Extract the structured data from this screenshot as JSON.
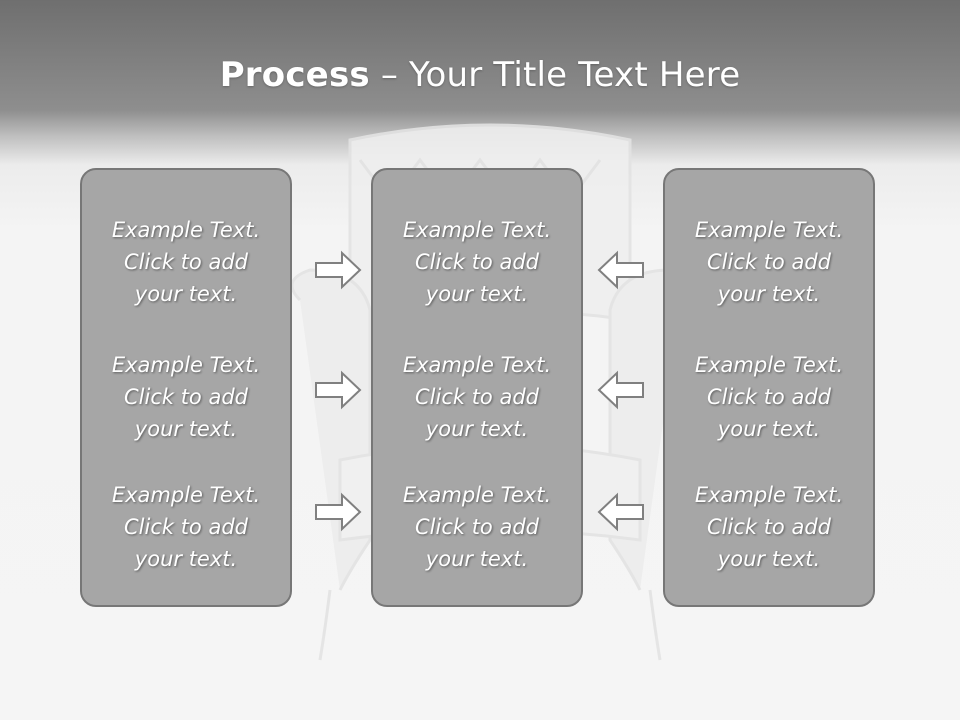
{
  "slide": {
    "title_bold": "Process",
    "title_rest": " – Your Title Text Here",
    "colors": {
      "panel_fill": "#a6a6a6",
      "panel_border": "#777777",
      "header": "#777777",
      "arrow_stroke": "#808080"
    }
  },
  "panels": [
    {
      "items": [
        {
          "line1": "Example Text.",
          "line2": "Click  to add",
          "line3": "your text."
        },
        {
          "line1": "Example Text.",
          "line2": "Click  to add",
          "line3": "your text."
        },
        {
          "line1": "Example Text.",
          "line2": "Click  to add",
          "line3": "your text."
        }
      ]
    },
    {
      "items": [
        {
          "line1": "Example Text.",
          "line2": "Click  to add",
          "line3": "your text."
        },
        {
          "line1": "Example Text.",
          "line2": "Click  to add",
          "line3": "your text."
        },
        {
          "line1": "Example Text.",
          "line2": "Click  to add",
          "line3": "your text."
        }
      ]
    },
    {
      "items": [
        {
          "line1": "Example Text.",
          "line2": "Click  to add",
          "line3": "your text."
        },
        {
          "line1": "Example Text.",
          "line2": "Click  to add",
          "line3": "your text."
        },
        {
          "line1": "Example Text.",
          "line2": "Click  to add",
          "line3": "your text."
        }
      ]
    }
  ],
  "icons": {
    "left_arrows": "arrow-right-icon",
    "right_arrows": "arrow-left-icon",
    "background": "armchair-icon"
  }
}
